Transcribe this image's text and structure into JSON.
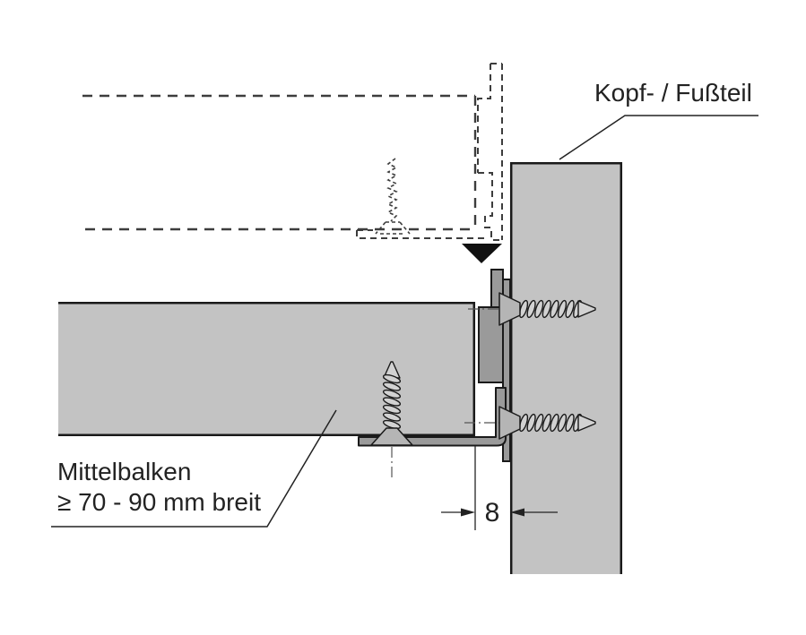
{
  "labels": {
    "headboard": "Kopf- / Fußteil",
    "beam_line1": "Mittelbalken",
    "beam_line2": "≥ 70 - 90 mm breit"
  },
  "dimension": {
    "gap_mm": "8"
  },
  "colors": {
    "part_fill": "#c3c3c3",
    "hardware_fill": "#9a9a9a",
    "screw_fill": "#d2d2d2",
    "head_fill": "#b5b5b5",
    "outline": "#1a1a1a",
    "phantom": "#3d3d3d",
    "ink": "#222222",
    "bg": "#ffffff"
  }
}
